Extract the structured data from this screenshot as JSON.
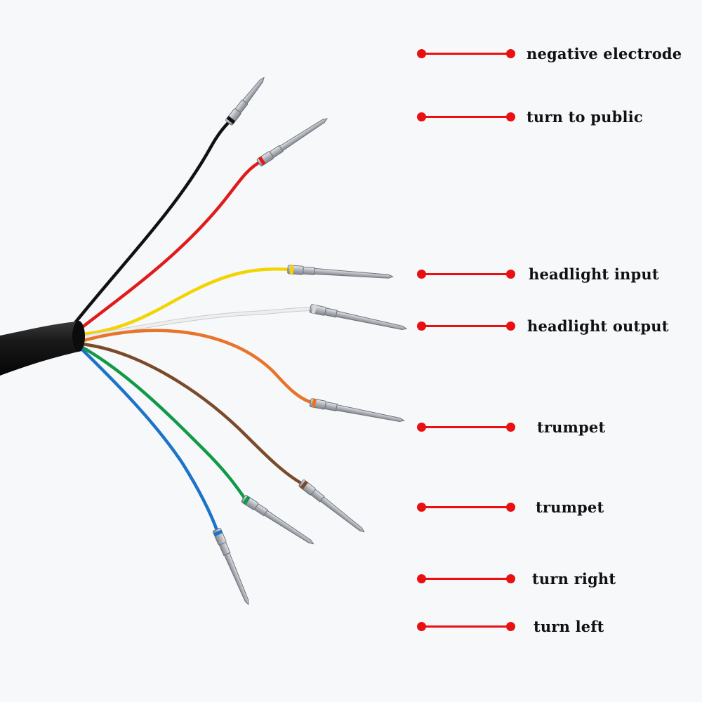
{
  "colors": {
    "background": "#f7f8fa",
    "leader": "#e81010",
    "sheath": "#151515",
    "terminal": "#b9bcc2",
    "terminal_edge": "#6f737a"
  },
  "wires": [
    {
      "name": "black-wire",
      "color": "#111111",
      "label": "negative electrode"
    },
    {
      "name": "red-wire",
      "color": "#e01b1b",
      "label": "turn to public"
    },
    {
      "name": "yellow-wire",
      "color": "#f2d400",
      "label": "headlight input"
    },
    {
      "name": "white-wire",
      "color": "#eeeeee",
      "label": "headlight output"
    },
    {
      "name": "orange-wire",
      "color": "#e8742a",
      "label": "trumpet"
    },
    {
      "name": "brown-wire",
      "color": "#7a4a2a",
      "label": "trumpet"
    },
    {
      "name": "green-wire",
      "color": "#109a47",
      "label": "turn right"
    },
    {
      "name": "blue-wire",
      "color": "#1c74c9",
      "label": "turn left"
    }
  ]
}
